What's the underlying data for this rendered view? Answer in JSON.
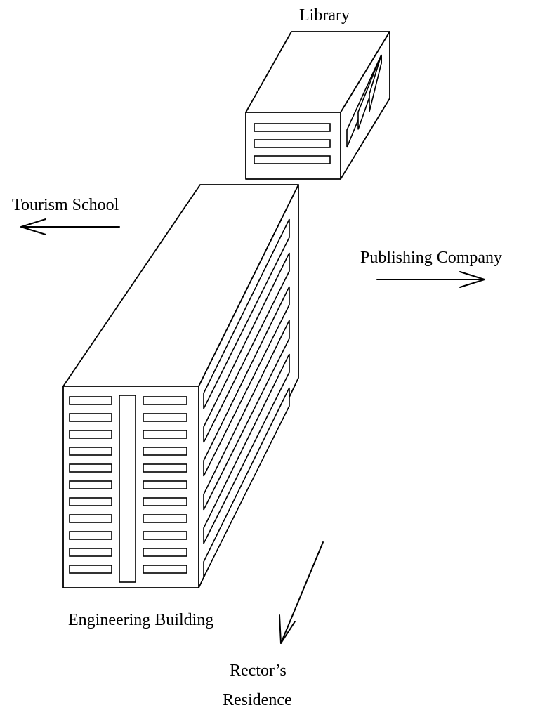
{
  "labels": {
    "library": "Library",
    "tourism_school": "Tourism School",
    "publishing_company": "Publishing Company",
    "engineering_building": "Engineering Building",
    "rectors_residence_line1": "Rector’s",
    "rectors_residence_line2": "Residence"
  },
  "colors": {
    "ink": "#000000",
    "background": "#ffffff"
  }
}
